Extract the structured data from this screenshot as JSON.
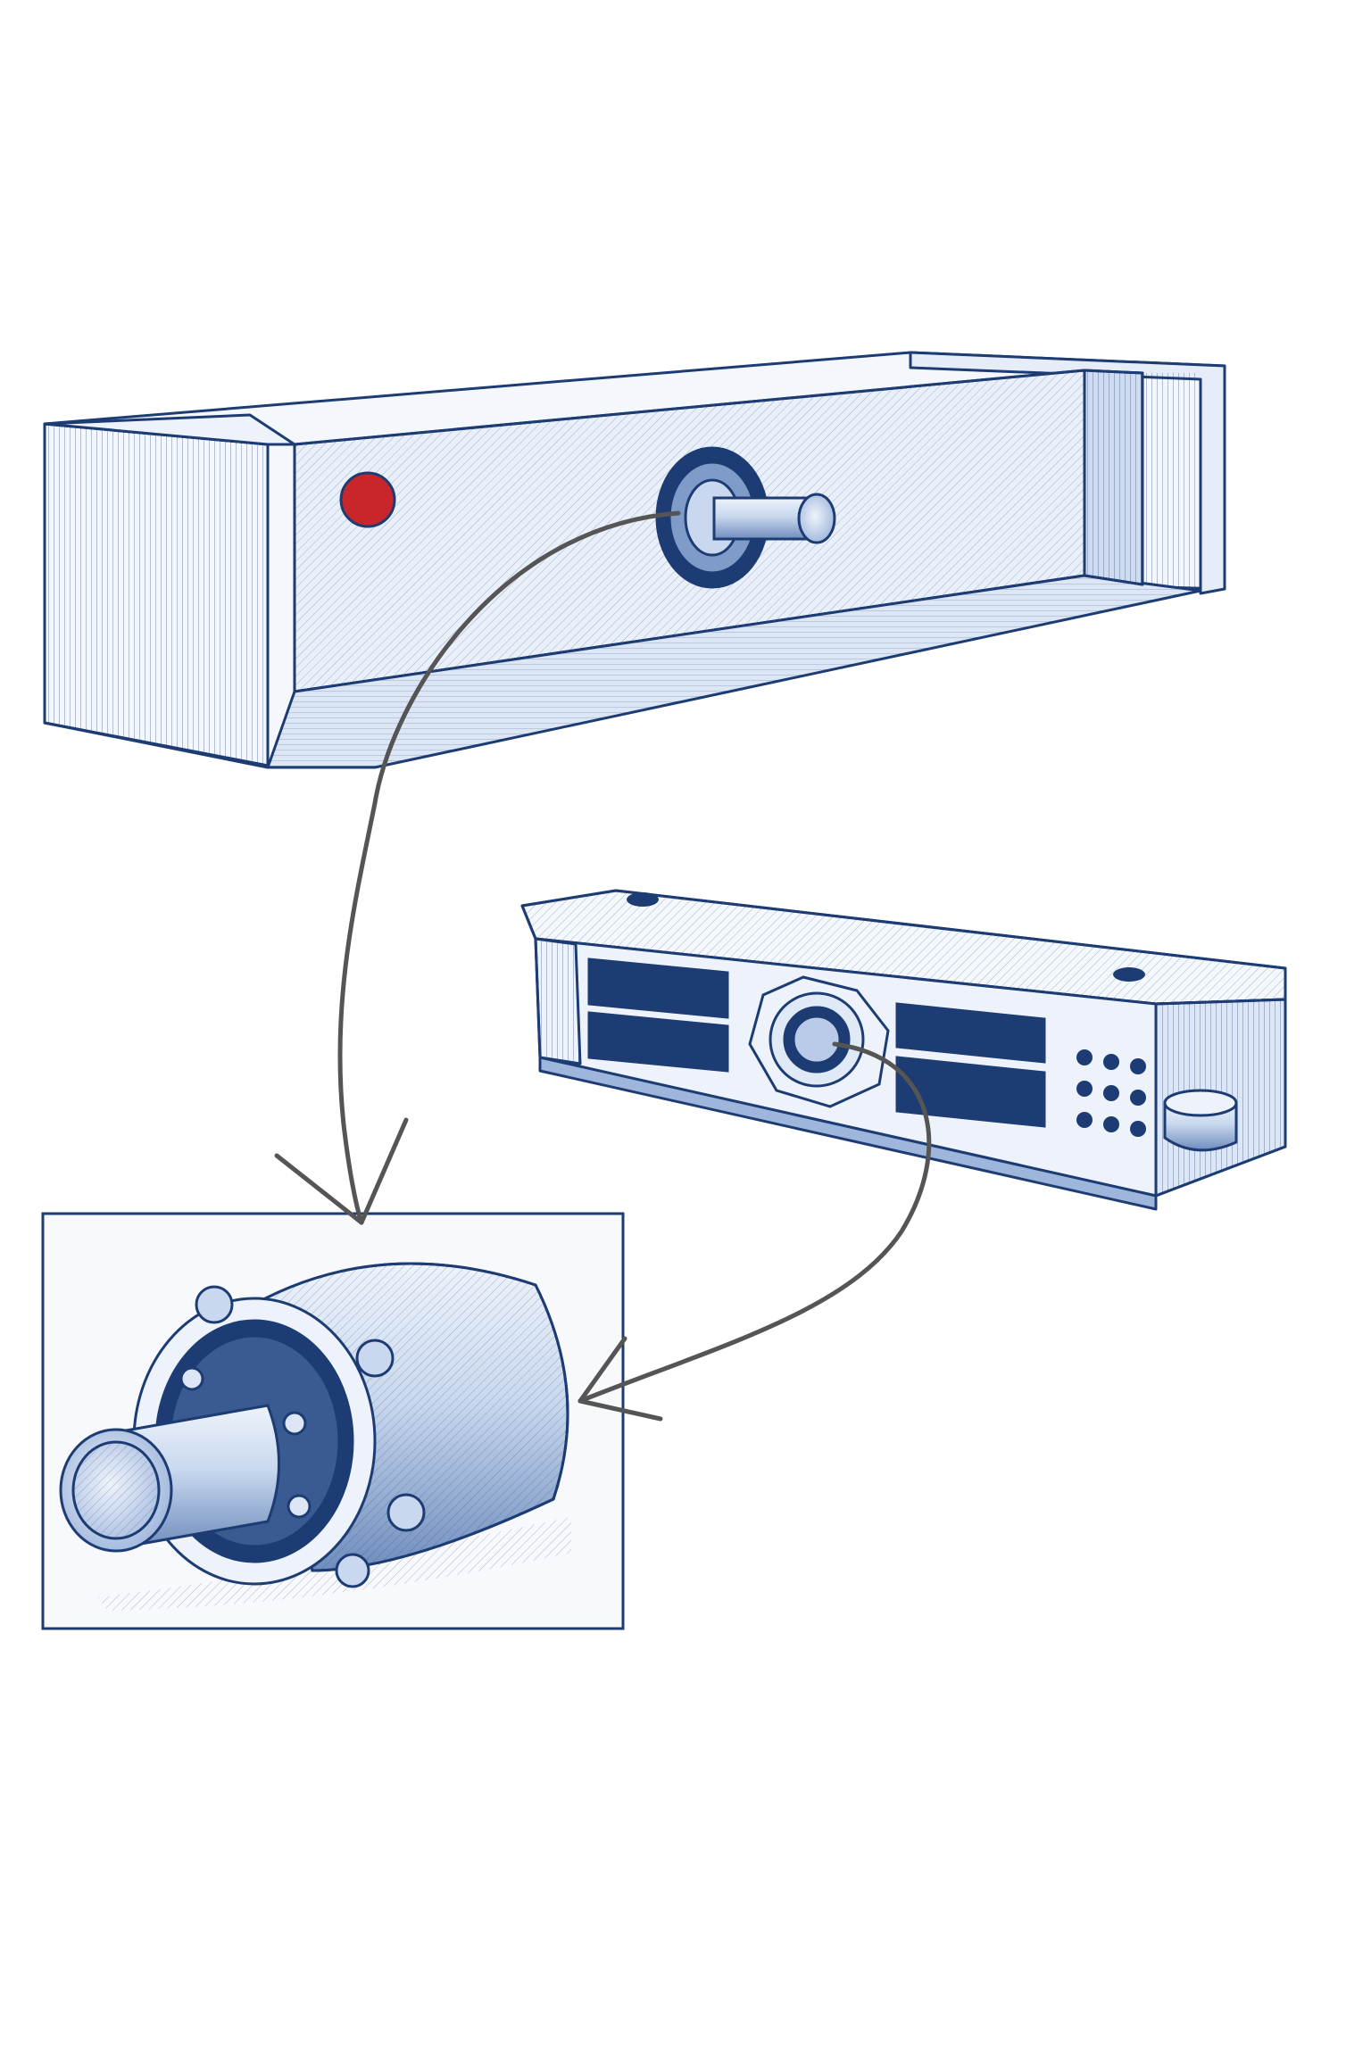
{
  "colors": {
    "ink": "#1d3c73",
    "ink_light": "#5f7fb3",
    "fill_light": "#eef3fb",
    "fill_mid": "#c9d8ee",
    "fill_dark": "#7f9cc9",
    "accent_red": "#c8262a",
    "arrow_gray": "#555555",
    "background": "#ffffff"
  },
  "objects": [
    {
      "id": "magnetic-lock-housing-open",
      "icon": "rail-housing-icon"
    },
    {
      "id": "magnetic-lock-body-closed",
      "icon": "lock-body-icon"
    },
    {
      "id": "plunger-detail-inset",
      "icon": "plunger-cylinder-icon"
    }
  ],
  "connectors": [
    {
      "from": "magnetic-lock-housing-open",
      "to": "plunger-detail-inset",
      "style": "hand-drawn-arrow"
    },
    {
      "from": "magnetic-lock-body-closed",
      "to": "plunger-detail-inset",
      "style": "hand-drawn-arrow"
    }
  ]
}
